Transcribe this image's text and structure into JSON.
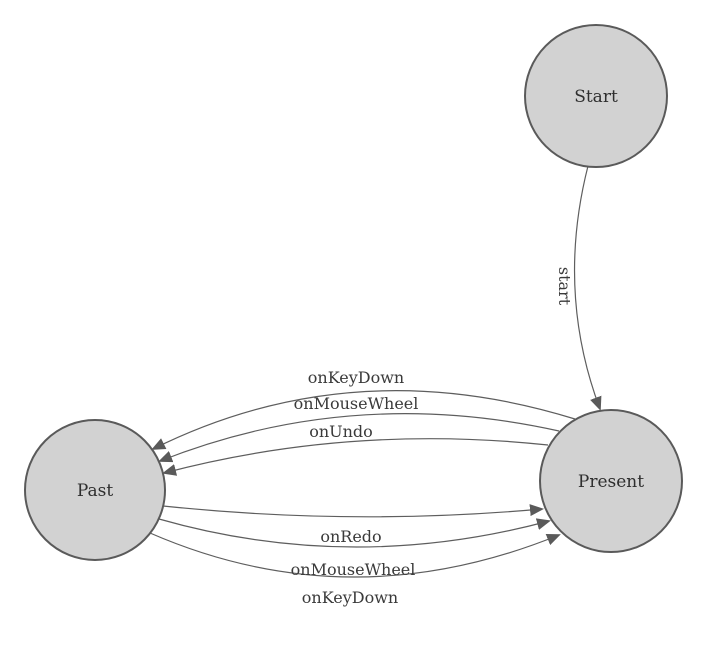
{
  "diagram": {
    "type": "state-machine",
    "nodes": [
      {
        "id": "start",
        "label": "Start"
      },
      {
        "id": "present",
        "label": "Present"
      },
      {
        "id": "past",
        "label": "Past"
      }
    ],
    "edges": [
      {
        "from": "start",
        "to": "present",
        "label": "start"
      },
      {
        "from": "present",
        "to": "past",
        "label": "onKeyDown"
      },
      {
        "from": "present",
        "to": "past",
        "label": "onMouseWheel"
      },
      {
        "from": "present",
        "to": "past",
        "label": "onUndo"
      },
      {
        "from": "past",
        "to": "present",
        "label": "onRedo"
      },
      {
        "from": "past",
        "to": "present",
        "label": "onMouseWheel"
      },
      {
        "from": "past",
        "to": "present",
        "label": "onKeyDown"
      }
    ],
    "colors": {
      "node_fill": "#d2d2d2",
      "node_stroke": "#5a5a5a",
      "edge_stroke": "#5e5e5e",
      "arrow_fill": "#5a5a5a",
      "text": "#3a3a3a",
      "background": "#ffffff"
    }
  }
}
